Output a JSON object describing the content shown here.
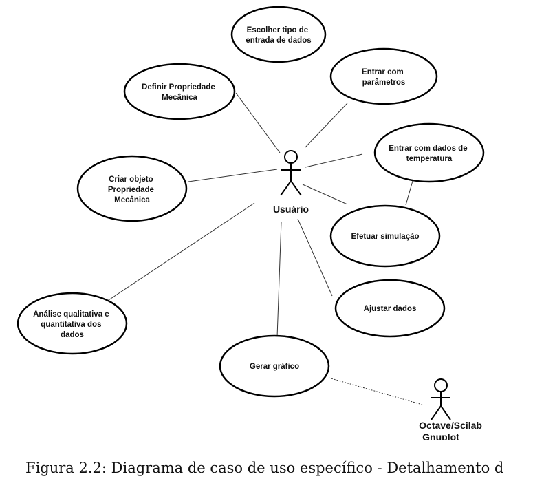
{
  "use_cases": [
    {
      "id": "escolher",
      "lines": [
        "Escolher tipo de",
        "entrada de dados"
      ]
    },
    {
      "id": "definir",
      "lines": [
        "Definir Propriedade",
        "Mecânica"
      ]
    },
    {
      "id": "entrar-param",
      "lines": [
        "Entrar com",
        "parâmetros"
      ]
    },
    {
      "id": "entrar-temp",
      "lines": [
        "Entrar com dados de",
        "temperatura"
      ]
    },
    {
      "id": "criar",
      "lines": [
        "Criar objeto",
        "Propriedade",
        "Mecânica"
      ]
    },
    {
      "id": "efetuar",
      "lines": [
        "Efetuar simulação"
      ]
    },
    {
      "id": "ajustar",
      "lines": [
        "Ajustar dados"
      ]
    },
    {
      "id": "analise",
      "lines": [
        "Análise qualitativa e",
        "quantitativa dos",
        "dados"
      ]
    },
    {
      "id": "gerar",
      "lines": [
        "Gerar gráfico"
      ]
    }
  ],
  "actors": {
    "usuario": {
      "label": "Usuário"
    },
    "octave": {
      "label_lines": [
        "Octave/Scilab",
        "Gnuplot"
      ]
    }
  },
  "caption": "Figura 2.2: Diagrama de caso de uso específico - Detalhamento d"
}
